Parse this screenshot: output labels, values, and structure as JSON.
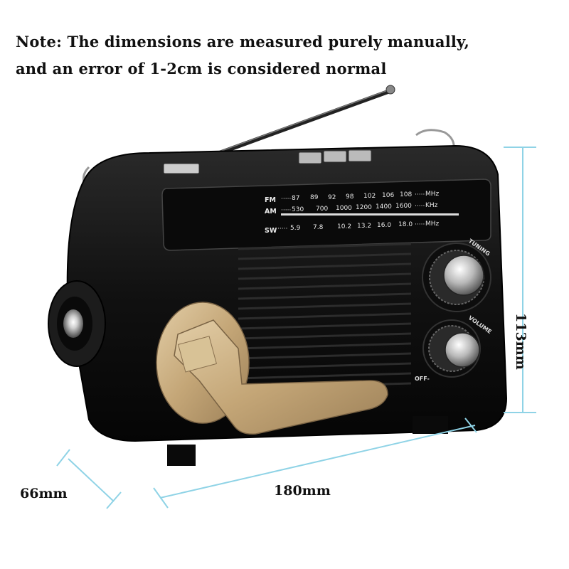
{
  "note": {
    "line1": "Note: The dimensions are measured purely manually,",
    "line2": "and an error of 1-2cm is considered normal"
  },
  "dimensions": {
    "depth": "66mm",
    "width": "180mm",
    "height": "113mm"
  },
  "dial": {
    "fm_label": "FM",
    "am_label": "AM",
    "sw_label": "SW",
    "fm_values": [
      "87",
      "89",
      "92",
      "98",
      "102",
      "106",
      "108"
    ],
    "fm_unit": "MHz",
    "am_values": [
      "530",
      "700",
      "1000",
      "1200",
      "1400",
      "1600"
    ],
    "am_unit": "KHz",
    "sw_values": [
      "5.9",
      "7.8",
      "10.2",
      "13.2",
      "16.0",
      "18.0"
    ],
    "sw_unit": "MHz"
  },
  "knobs": {
    "tuning_label": "TUNING",
    "volume_label": "VOLUME",
    "off_label": "OFF-"
  },
  "colors": {
    "dimension_line": "#8fd3e6",
    "radio_body": "#141414",
    "crank": "#c9ae82"
  }
}
